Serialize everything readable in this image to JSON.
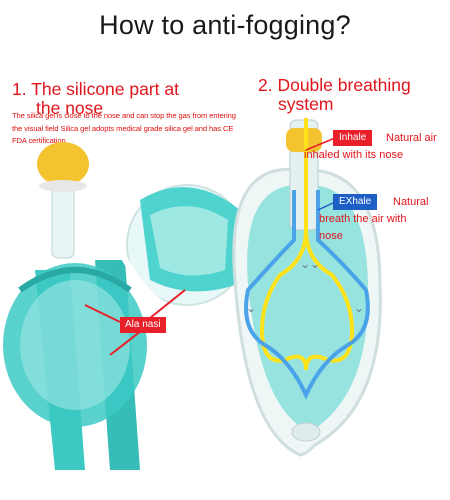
{
  "title": "How to anti-fogging?",
  "section1": {
    "heading_line1": "1. The silicone part at",
    "heading_line2": "the nose",
    "description": "The silica gel is close to the nose and can stop the gas from entering the visual field  Silica gel adopts medical grade silica gel and has CE FDA certification",
    "callout": "Ala nasi"
  },
  "section2": {
    "heading_line1": "2. Double breathing",
    "heading_line2": "system",
    "inhale_label": "Inhale",
    "inhale_text_line1": "Natural air",
    "inhale_text_line2": "inhaled with its nose",
    "exhale_label": "EXhale",
    "exhale_text_line1": "Natural",
    "exhale_text_line2": "breath the air with",
    "exhale_text_line3": "nose"
  },
  "colors": {
    "accent_red": "#e0141b",
    "exhale_blue": "#1d5fc7",
    "mask_teal": "#3cc9c4",
    "snorkel_yellow": "#f4c330",
    "airflow_yellow": "#ffe21a",
    "airflow_blue": "#4aa3e8"
  }
}
